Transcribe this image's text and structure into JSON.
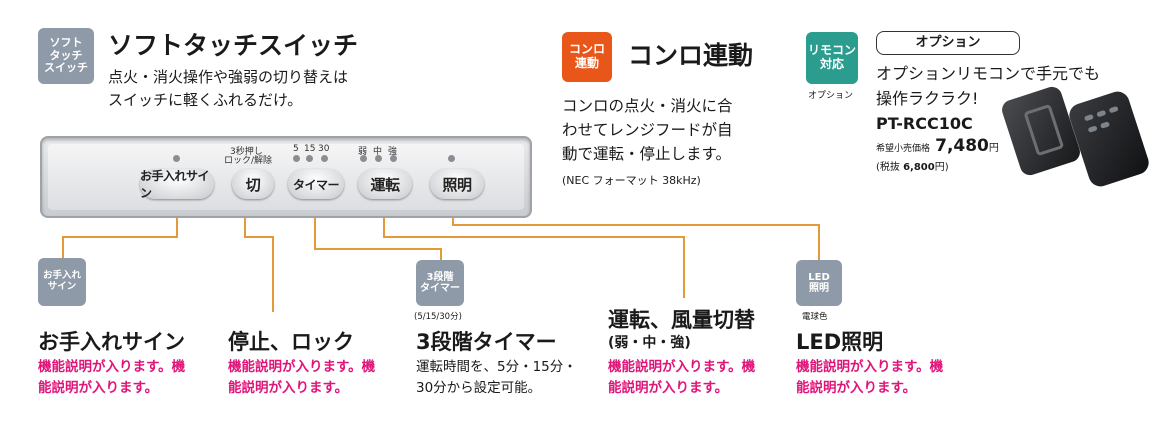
{
  "softtouch": {
    "badge": [
      "ソフト",
      "タッチ",
      "スイッチ"
    ],
    "title": "ソフトタッチスイッチ",
    "desc": [
      "点火・消火操作や強弱の切り替えは",
      "スイッチに軽くふれるだけ。"
    ]
  },
  "konro": {
    "badge": [
      "コンロ",
      "連動"
    ],
    "title": "コンロ連動",
    "desc": [
      "コンロの点火・消火に合",
      "わせてレンジフードが自",
      "動で運転・停止します。"
    ],
    "note": "(NEC フォーマット 38kHz)"
  },
  "remote": {
    "badge": [
      "リモコン",
      "対応"
    ],
    "badge_sub": "オプション",
    "option_label": "オプション",
    "desc": [
      "オプションリモコンで手元でも",
      "操作ラクラク!"
    ],
    "model": "PT-RCC10C",
    "price_label": "希望小売価格",
    "price": "7,480",
    "price_unit": "円",
    "tax_prefix": "(税抜",
    "tax_value": "6,800",
    "tax_suffix": "円)"
  },
  "panel": {
    "buttons": {
      "care": "お手入れサイン",
      "off": "切",
      "timer": "タイマー",
      "run": "運転",
      "light": "照明"
    },
    "off_note": [
      "3秒押し",
      "ロック/解除"
    ],
    "timer_marks": [
      "5",
      "15",
      "30"
    ],
    "strength_marks": [
      "弱",
      "中",
      "強"
    ]
  },
  "features": [
    {
      "badge": [
        "お手入れ",
        "サイン"
      ],
      "title": "お手入れサイン",
      "desc": [
        "機能説明が入ります。機",
        "能説明が入ります。"
      ]
    },
    {
      "title": "停止、ロック",
      "desc": [
        "機能説明が入ります。機",
        "能説明が入ります。"
      ]
    },
    {
      "badge": [
        "3段階",
        "タイマー"
      ],
      "badge_note": "(5/15/30分)",
      "title": "3段階タイマー",
      "desc": [
        "運転時間を、5分・15分・",
        "30分から設定可能。"
      ]
    },
    {
      "title": "運転、風量切替",
      "subtitle": "(弱・中・強)",
      "desc": [
        "機能説明が入ります。機",
        "能説明が入ります。"
      ]
    },
    {
      "badge": [
        "LED",
        "照明"
      ],
      "badge_note": "電球色",
      "title": "LED照明",
      "desc": [
        "機能説明が入ります。機",
        "能説明が入ります。"
      ]
    }
  ],
  "colors": {
    "accent_pink": "#e0157a",
    "orange": "#e8561a",
    "teal": "#2a9d8f",
    "gray_badge": "#8e9aa8",
    "connector": "#e39b3a"
  }
}
